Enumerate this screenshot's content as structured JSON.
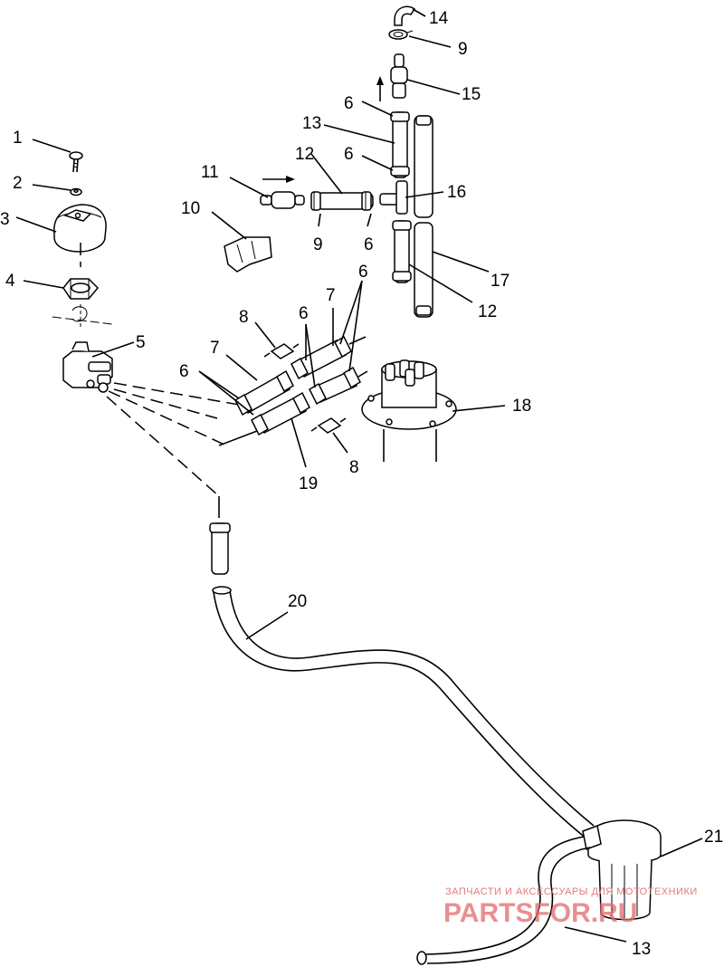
{
  "callouts": {
    "c1": "1",
    "c2": "2",
    "c3": "3",
    "c4": "4",
    "c5": "5",
    "c6a": "6",
    "c6b": "6",
    "c6c": "6",
    "c6d": "6",
    "c6e": "6",
    "c6f": "6",
    "c7a": "7",
    "c7b": "7",
    "c8a": "8",
    "c8b": "8",
    "c9a": "9",
    "c9b": "9",
    "c10": "10",
    "c11": "11",
    "c12a": "12",
    "c12b": "12",
    "c13a": "13",
    "c13b": "13",
    "c14": "14",
    "c15": "15",
    "c16": "16",
    "c17": "17",
    "c18": "18",
    "c19": "19",
    "c20": "20",
    "c21": "21"
  },
  "watermark": {
    "line1": "ЗАПЧАСТИ И АКСЕССУАРЫ ДЛЯ МОТОТЕХНИКИ",
    "line2": "PARTSFOR.RU"
  },
  "colors": {
    "ink": "#000000",
    "background": "#ffffff",
    "watermark": "#e06a6a"
  }
}
